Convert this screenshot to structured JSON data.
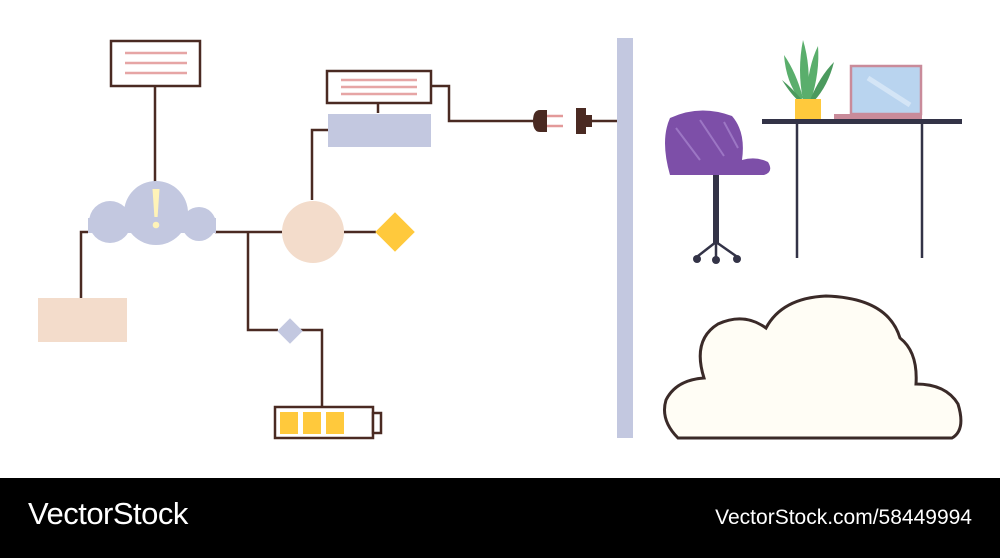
{
  "footer": {
    "brand": "VectorStock",
    "image_id": "VectorStock.com/58449994"
  },
  "colors": {
    "line": "#4a2a22",
    "lavender": "#c3c8e0",
    "peach": "#f3dccb",
    "yellow": "#ffc93c",
    "purple": "#7d4fa8",
    "desk": "#333347",
    "plant": "#5aae6c",
    "screen": "#b9d4ef",
    "cloud_fill": "#fffdf5",
    "footer_bg": "#000000"
  },
  "battery": {
    "charge_level": 0.75
  },
  "icons": [
    "alert-cloud-icon",
    "plug-icon",
    "socket-icon",
    "battery-icon",
    "chair-icon",
    "desk-icon",
    "plant-icon",
    "laptop-icon"
  ]
}
